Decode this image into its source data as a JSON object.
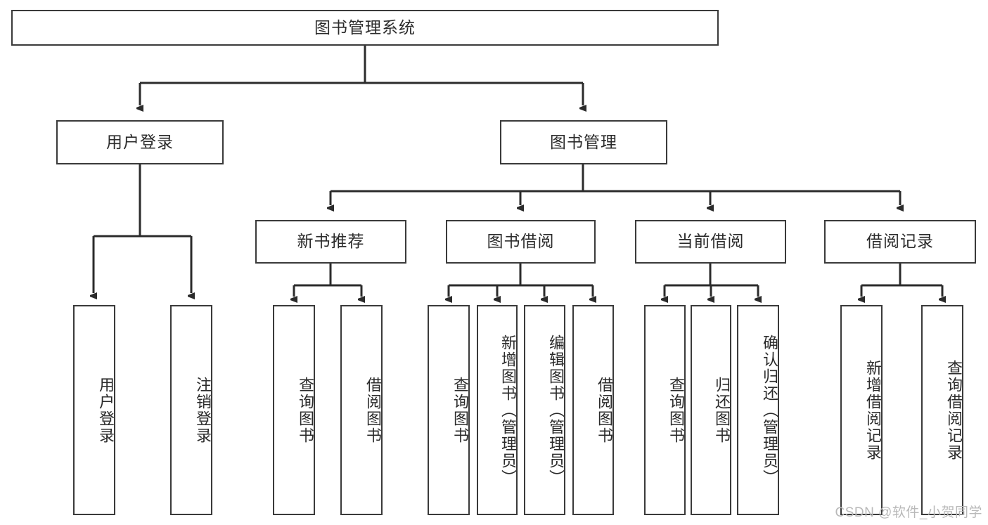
{
  "diagram": {
    "title": "图书管理系统",
    "type": "hierarchy-tree",
    "watermark": "CSDN @软件_小贺同学",
    "colors": {
      "box_border": "#3a3a3a",
      "box_fill": "#ffffff",
      "edge": "#2b2b2b",
      "text": "#2b2b2b",
      "watermark": "#b9b9b9",
      "background": "#ffffff"
    },
    "levels": {
      "root": {
        "label": "图书管理系统"
      },
      "level2": [
        {
          "label": "用户登录"
        },
        {
          "label": "图书管理"
        }
      ],
      "level3": [
        {
          "label": "新书推荐"
        },
        {
          "label": "图书借阅"
        },
        {
          "label": "当前借阅"
        },
        {
          "label": "借阅记录"
        }
      ],
      "leaves": {
        "user_login": [
          {
            "label": "用户登录"
          },
          {
            "label": "注销登录"
          }
        ],
        "new_book_recommend": [
          {
            "label": "查询图书"
          },
          {
            "label": "借阅图书"
          }
        ],
        "book_borrow": [
          {
            "label": "查询图书"
          },
          {
            "label": "新增图书（管理员）"
          },
          {
            "label": "编辑图书（管理员）"
          },
          {
            "label": "借阅图书"
          }
        ],
        "current_borrow": [
          {
            "label": "查询图书"
          },
          {
            "label": "归还图书"
          },
          {
            "label": "确认归还（管理员）"
          }
        ],
        "borrow_record": [
          {
            "label": "新增借阅记录"
          },
          {
            "label": "查询借阅记录"
          }
        ]
      }
    }
  }
}
